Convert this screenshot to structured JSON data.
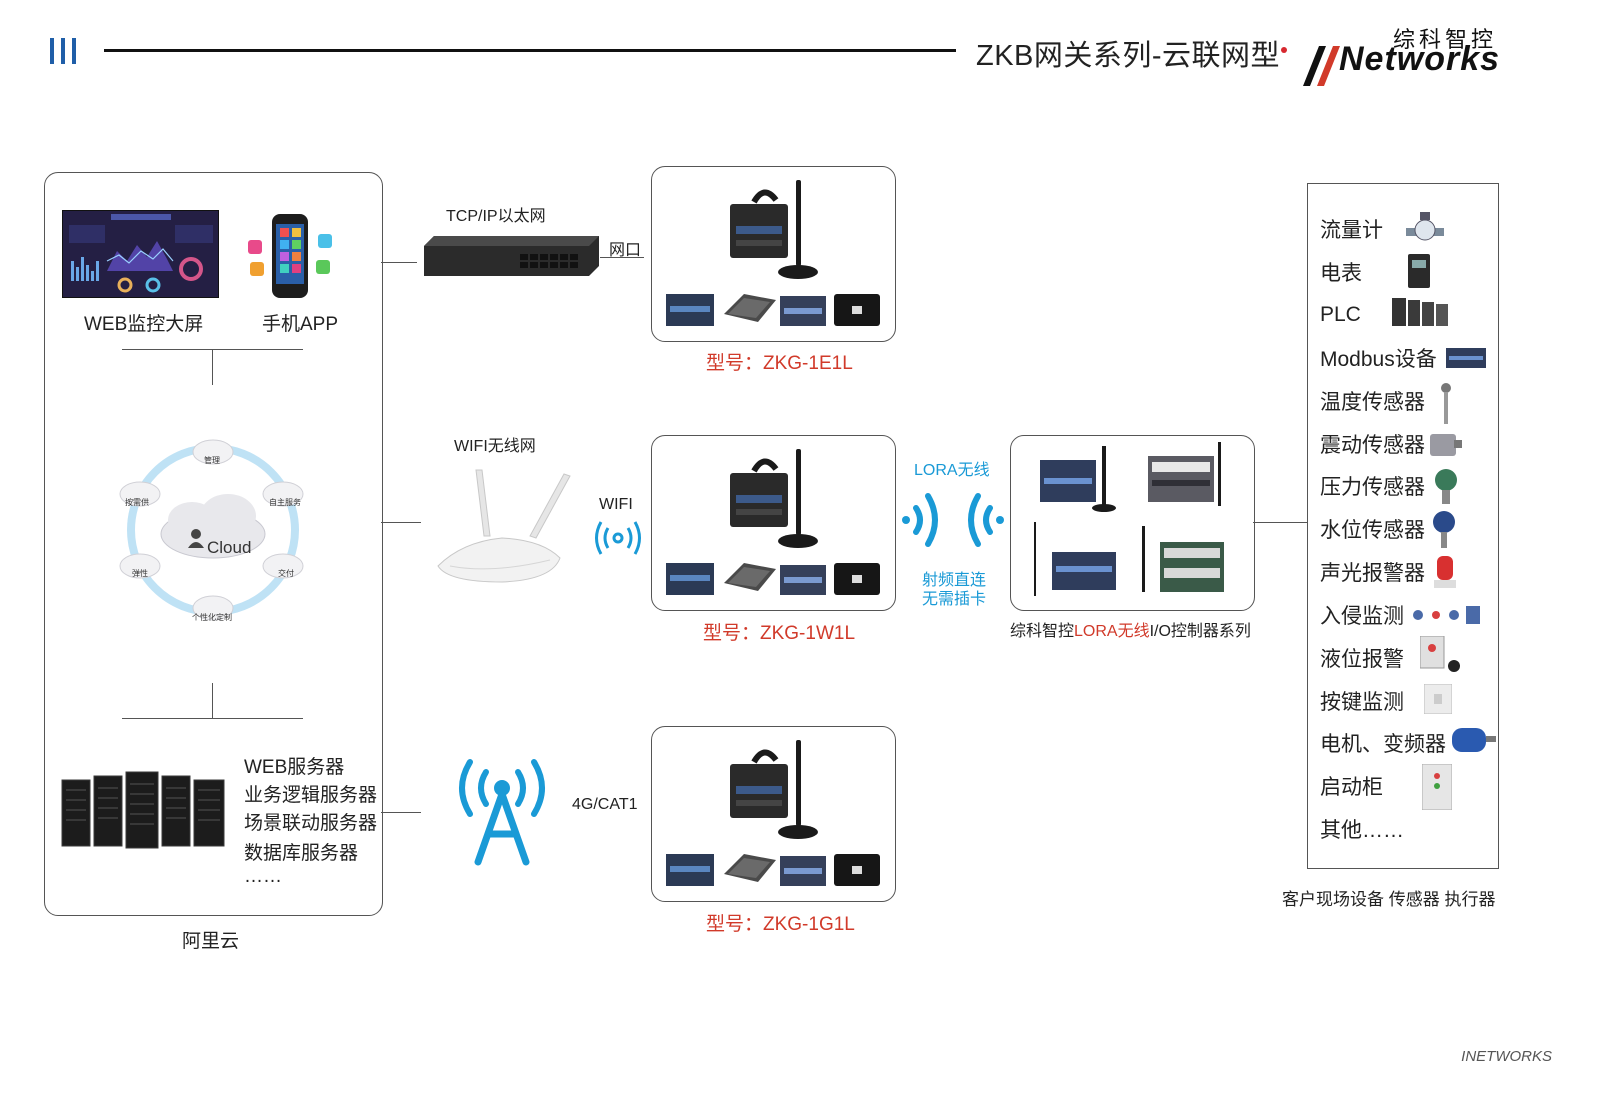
{
  "header": {
    "title": "ZKB网关系列-云联网型",
    "logo_cn": "综科智控",
    "logo_en": "Networks"
  },
  "cloud_panel": {
    "web_screen_label": "WEB监控大屏",
    "mobile_app_label": "手机APP",
    "cloud_word": "Cloud",
    "cloud_nodes": [
      "管理",
      "自主服务",
      "交付",
      "个性化定制",
      "弹性",
      "按需供"
    ],
    "servers": [
      "WEB服务器",
      "业务逻辑服务器",
      "场景联动服务器",
      "数据库服务器",
      "……"
    ],
    "caption": "阿里云"
  },
  "networks": {
    "ethernet_label": "TCP/IP以太网",
    "port_label": "网口",
    "wifi_network_label": "WIFI无线网",
    "wifi_label": "WIFI",
    "cellular_label": "4G/CAT1"
  },
  "gateways": [
    {
      "model": "型号：ZKG-1E1L"
    },
    {
      "model": "型号：ZKG-1W1L"
    },
    {
      "model": "型号：ZKG-1G1L"
    }
  ],
  "lora": {
    "title": "LORA无线",
    "note_line1": "射频直连",
    "note_line2": "无需插卡",
    "caption_pre": "综科智控",
    "caption_hl": "LORA无线",
    "caption_post": "I/O控制器系列"
  },
  "field_devices": {
    "items": [
      "流量计",
      "电表",
      "PLC",
      "Modbus设备",
      "温度传感器",
      "震动传感器",
      "压力传感器",
      "水位传感器",
      "声光报警器",
      "入侵监测",
      "液位报警",
      "按键监测",
      "电机、变频器",
      "启动柜",
      "其他……"
    ],
    "caption": "客户现场设备  传感器  执行器"
  },
  "footer": {
    "watermark": "INETWORKS"
  },
  "colors": {
    "brand_blue": "#1f5ea8",
    "signal_blue": "#1a9ad6",
    "model_red": "#d13a2a"
  }
}
